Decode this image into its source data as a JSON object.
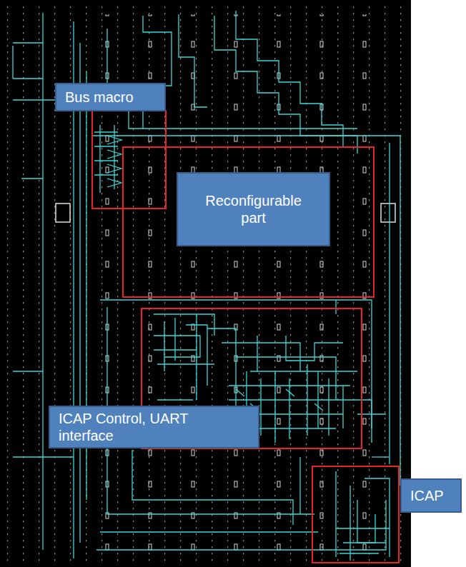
{
  "diagram": {
    "nodes": [
      {
        "text": [
          "Bus macro"
        ]
      },
      {
        "text": [
          "Reconfigurable part"
        ]
      },
      {
        "text": [
          "ICAP Control, UART interface"
        ]
      },
      {
        "text": [
          "ICAP"
        ]
      }
    ]
  }
}
